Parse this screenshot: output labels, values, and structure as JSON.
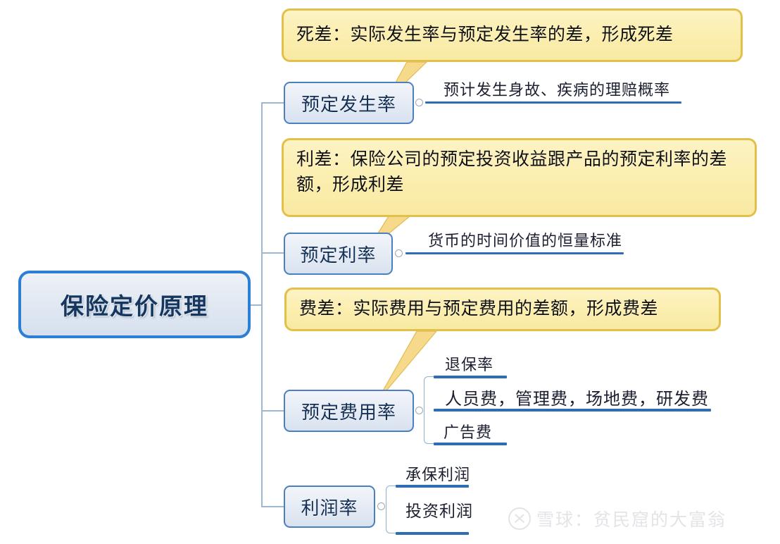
{
  "diagram": {
    "title": "保险定价原理",
    "central": {
      "label": "保险定价原理"
    },
    "callouts": [
      {
        "id": "callout-sicha",
        "text": "死差：实际发生率与预定发生率的差，形成死差"
      },
      {
        "id": "callout-licha",
        "text": "利差：保险公司的预定投资收益跟产品的预定利率的差额，形成利差"
      },
      {
        "id": "callout-feicha",
        "text": "费差：实际费用与预定费用的差额，形成费差"
      }
    ],
    "branches": [
      {
        "id": "branch-yuding-fashenglv",
        "label": "预定发生率",
        "items": [
          {
            "text": "预计发生身故、疾病的理赔概率"
          }
        ]
      },
      {
        "id": "branch-yuding-lilv",
        "label": "预定利率",
        "items": [
          {
            "text": "货币的时间价值的恒量标准"
          }
        ]
      },
      {
        "id": "branch-yuding-feiyonglv",
        "label": "预定费用率",
        "items": [
          {
            "text": "退保率"
          },
          {
            "text": "人员费，管理费，场地费，研发费"
          },
          {
            "text": "广告费"
          }
        ]
      },
      {
        "id": "branch-lirunlv",
        "label": "利润率",
        "items": [
          {
            "text": "承保利润"
          },
          {
            "text": "投资利润"
          }
        ]
      }
    ],
    "watermark": {
      "text": "雪球：贫民窟的大富翁",
      "logo": "xueqiu-logo-icon"
    },
    "colors": {
      "central_border": "#2b7fd4",
      "node_border": "#4c7fc0",
      "callout_border": "#e3c04a",
      "callout_fill": "#fbeeae",
      "underline": "#2e6db4",
      "connector": "#9fb6cf"
    }
  }
}
